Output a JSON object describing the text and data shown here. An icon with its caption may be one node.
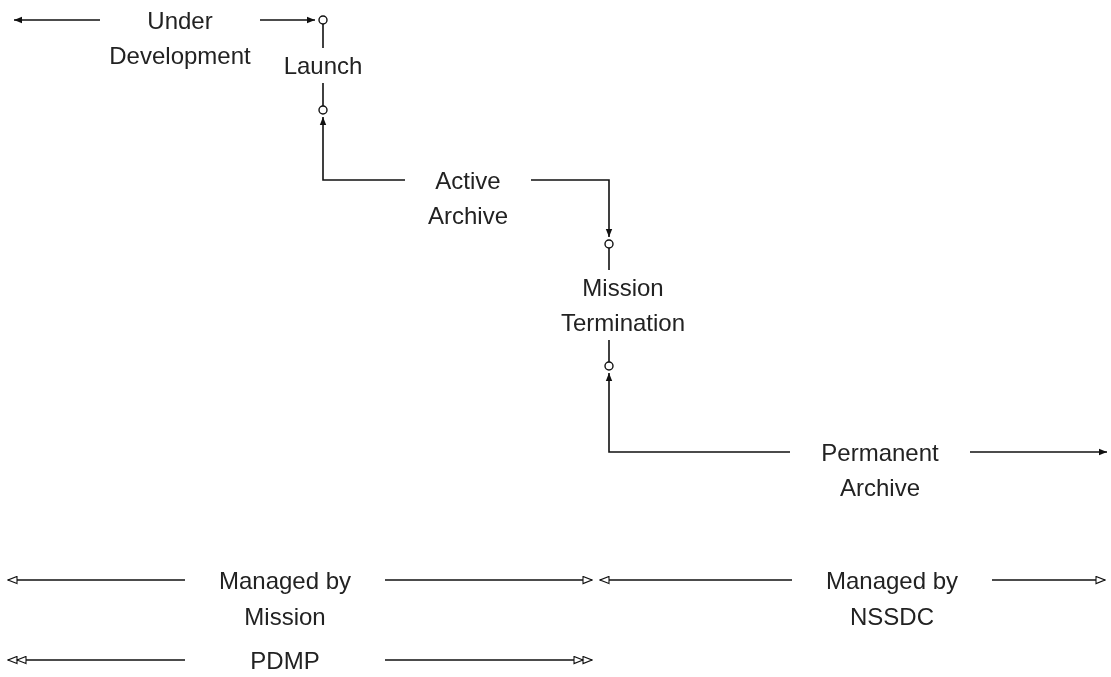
{
  "diagram": {
    "nodes": [
      {
        "text": [
          "Under Development"
        ]
      },
      {
        "text": [
          "Launch"
        ]
      },
      {
        "text": [
          "Active Archive"
        ]
      },
      {
        "text": [
          "Mission Termination"
        ]
      },
      {
        "text": [
          "Permanent Archive"
        ]
      }
    ],
    "edges": [
      {
        "from": 0,
        "to": null,
        "arrow": "to"
      },
      {
        "from": 0,
        "to": 1,
        "arrow": "to"
      },
      {
        "from": 2,
        "to": 1,
        "arrow": "to"
      },
      {
        "from": 2,
        "to": 3,
        "arrow": "to"
      },
      {
        "from": 4,
        "to": 3,
        "arrow": "to"
      },
      {
        "from": 4,
        "to": null,
        "arrow": "to"
      }
    ],
    "labels": [
      "Managed by Mission",
      "Managed by NSSDC",
      "PDMP"
    ]
  }
}
